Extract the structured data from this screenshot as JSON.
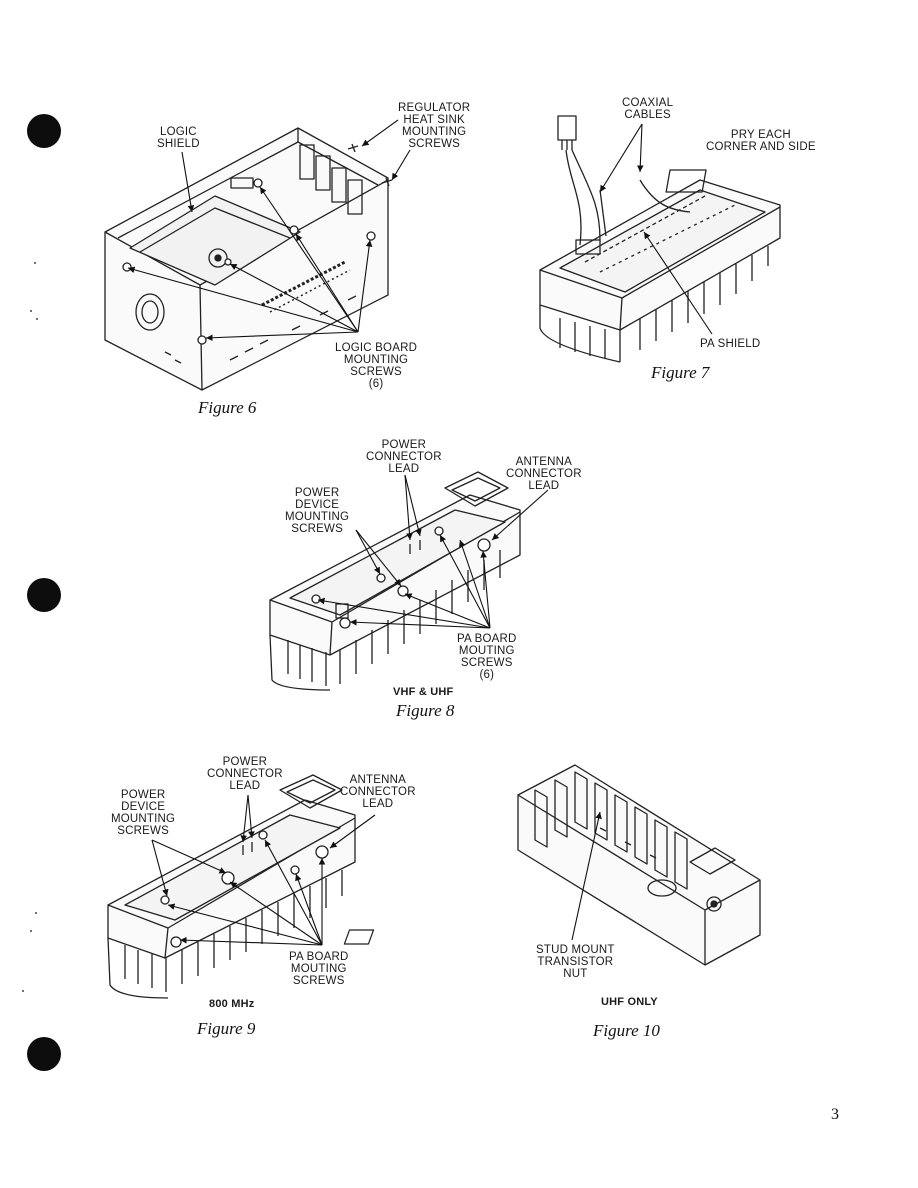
{
  "page_number": "3",
  "figures": [
    {
      "caption": "Figure 6",
      "labels": {
        "logic_shield": "LOGIC\nSHIELD",
        "regulator_screws": "REGULATOR\nHEAT SINK\nMOUNTING\nSCREWS",
        "logic_board_screws": "LOGIC BOARD\nMOUNTING\nSCREWS\n(6)"
      }
    },
    {
      "caption": "Figure 7",
      "labels": {
        "coaxial_cables": "COAXIAL\nCABLES",
        "pry_each": "PRY EACH\nCORNER AND SIDE",
        "pa_shield": "PA SHIELD"
      }
    },
    {
      "caption": "Figure 8",
      "variant": "VHF & UHF",
      "labels": {
        "power_connector_lead": "POWER\nCONNECTOR\nLEAD",
        "antenna_connector_lead": "ANTENNA\nCONNECTOR\nLEAD",
        "power_device_screws": "POWER\nDEVICE\nMOUNTING\nSCREWS",
        "pa_board_screws": "PA BOARD\nMOUTING\nSCREWS\n(6)"
      }
    },
    {
      "caption": "Figure 9",
      "variant": "800 MHz",
      "labels": {
        "power_connector_lead": "POWER\nCONNECTOR\nLEAD",
        "antenna_connector_lead": "ANTENNA\nCONNECTOR\nLEAD",
        "power_device_screws": "POWER\nDEVICE\nMOUNTING\nSCREWS",
        "pa_board_screws": "PA BOARD\nMOUTING\nSCREWS"
      }
    },
    {
      "caption": "Figure 10",
      "variant": "UHF ONLY",
      "labels": {
        "stud_mount": "STUD MOUNT\nTRANSISTOR\nNUT"
      }
    }
  ]
}
